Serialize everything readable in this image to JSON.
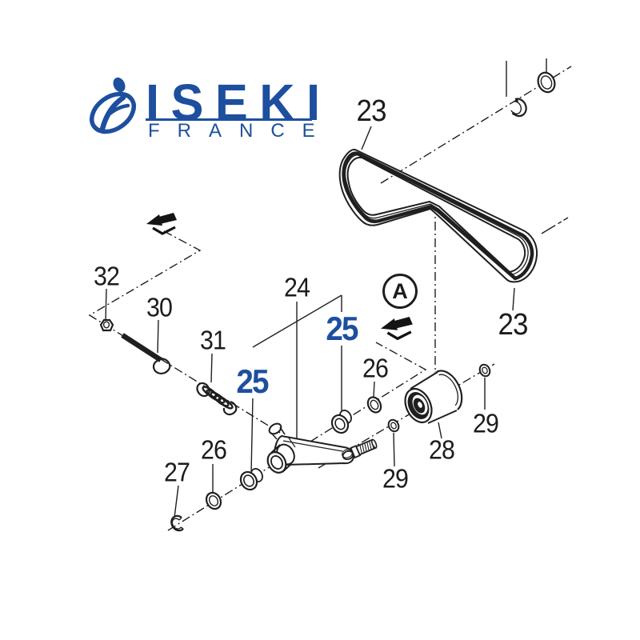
{
  "page": {
    "background": "#ffffff"
  },
  "logo": {
    "brand": "ISEKI",
    "country": "FRANCE",
    "color": "#1d4f9e"
  },
  "view_marker": {
    "label": "A"
  },
  "colors": {
    "line": "#1f1f1f",
    "accent_blue": "#1d4f9e",
    "paper": "#ffffff"
  },
  "icons": {
    "assembly_direction_1": "black-3d-arrow-icon",
    "assembly_direction_2": "black-3d-arrow-icon",
    "view_marker": "circled-a-icon"
  },
  "part_labels": {
    "p23_top": "23",
    "p23_bottom": "23",
    "p24": "24",
    "p25_left": "25",
    "p25_right": "25",
    "p26_upper": "26",
    "p26_lower": "26",
    "p27": "27",
    "p28": "28",
    "p29_bottom": "29",
    "p29_right": "29",
    "p30": "30",
    "p31": "31",
    "p32": "32"
  }
}
